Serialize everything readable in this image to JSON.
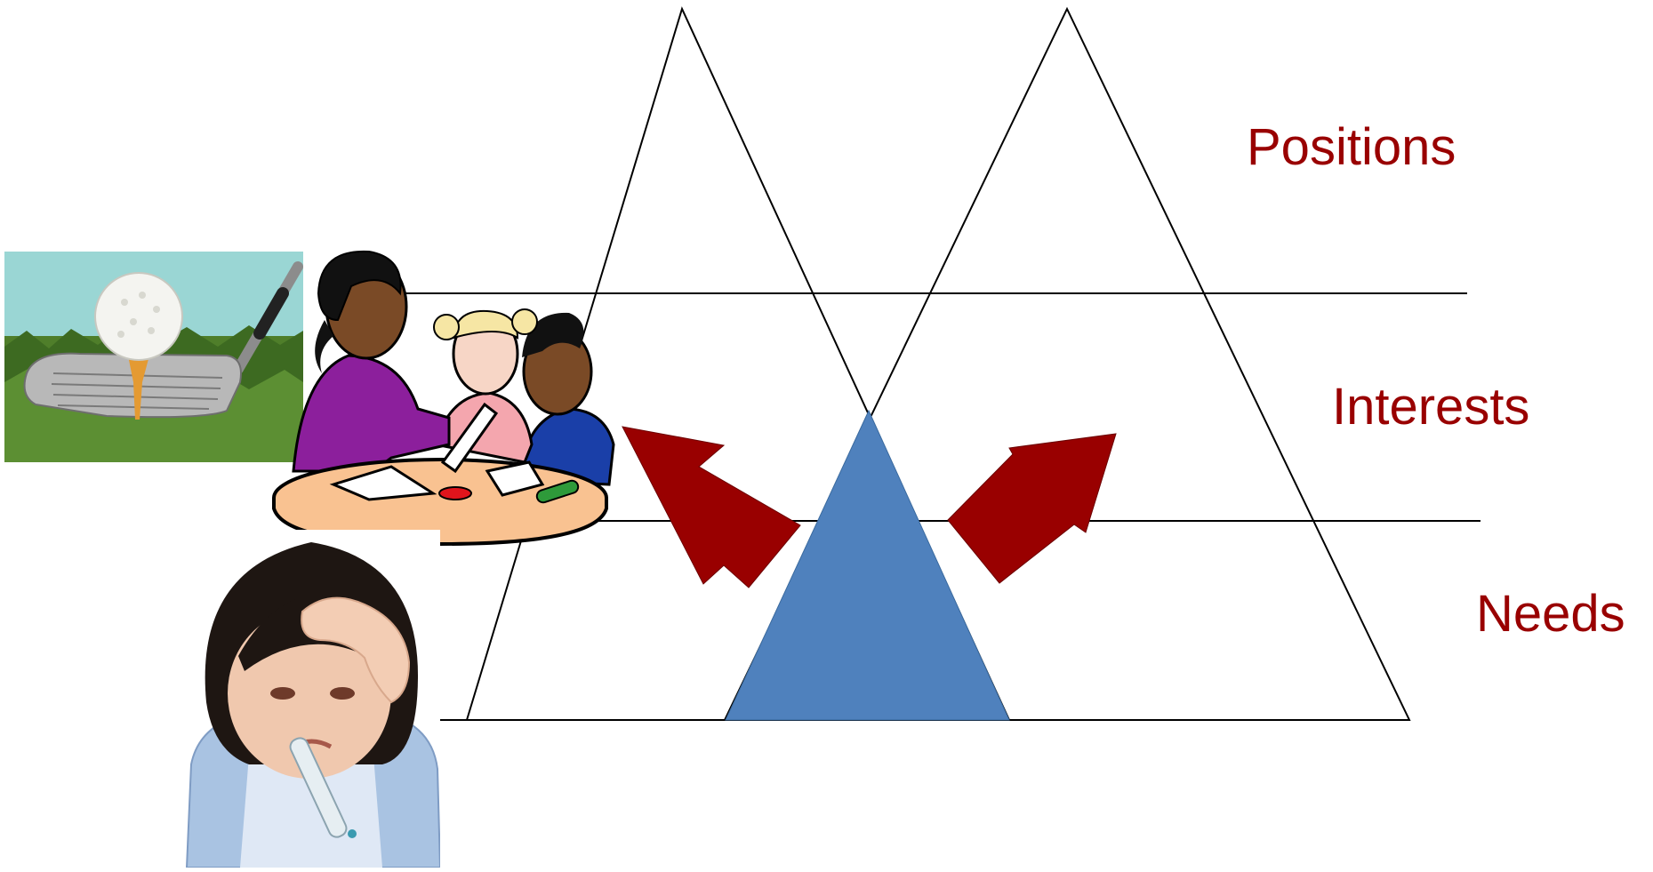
{
  "levels": {
    "positions": "Positions",
    "interests": "Interests",
    "needs": "Needs"
  },
  "colors": {
    "label": "#990000",
    "arrow": "#990000",
    "common_ground": "#4f81bd",
    "outline": "#000000"
  },
  "images": {
    "golf": "golf-ball-on-tee-photo",
    "meeting": "people-talking-at-table-clipart",
    "sick_child": "sick-child-with-thermometer-photo"
  }
}
